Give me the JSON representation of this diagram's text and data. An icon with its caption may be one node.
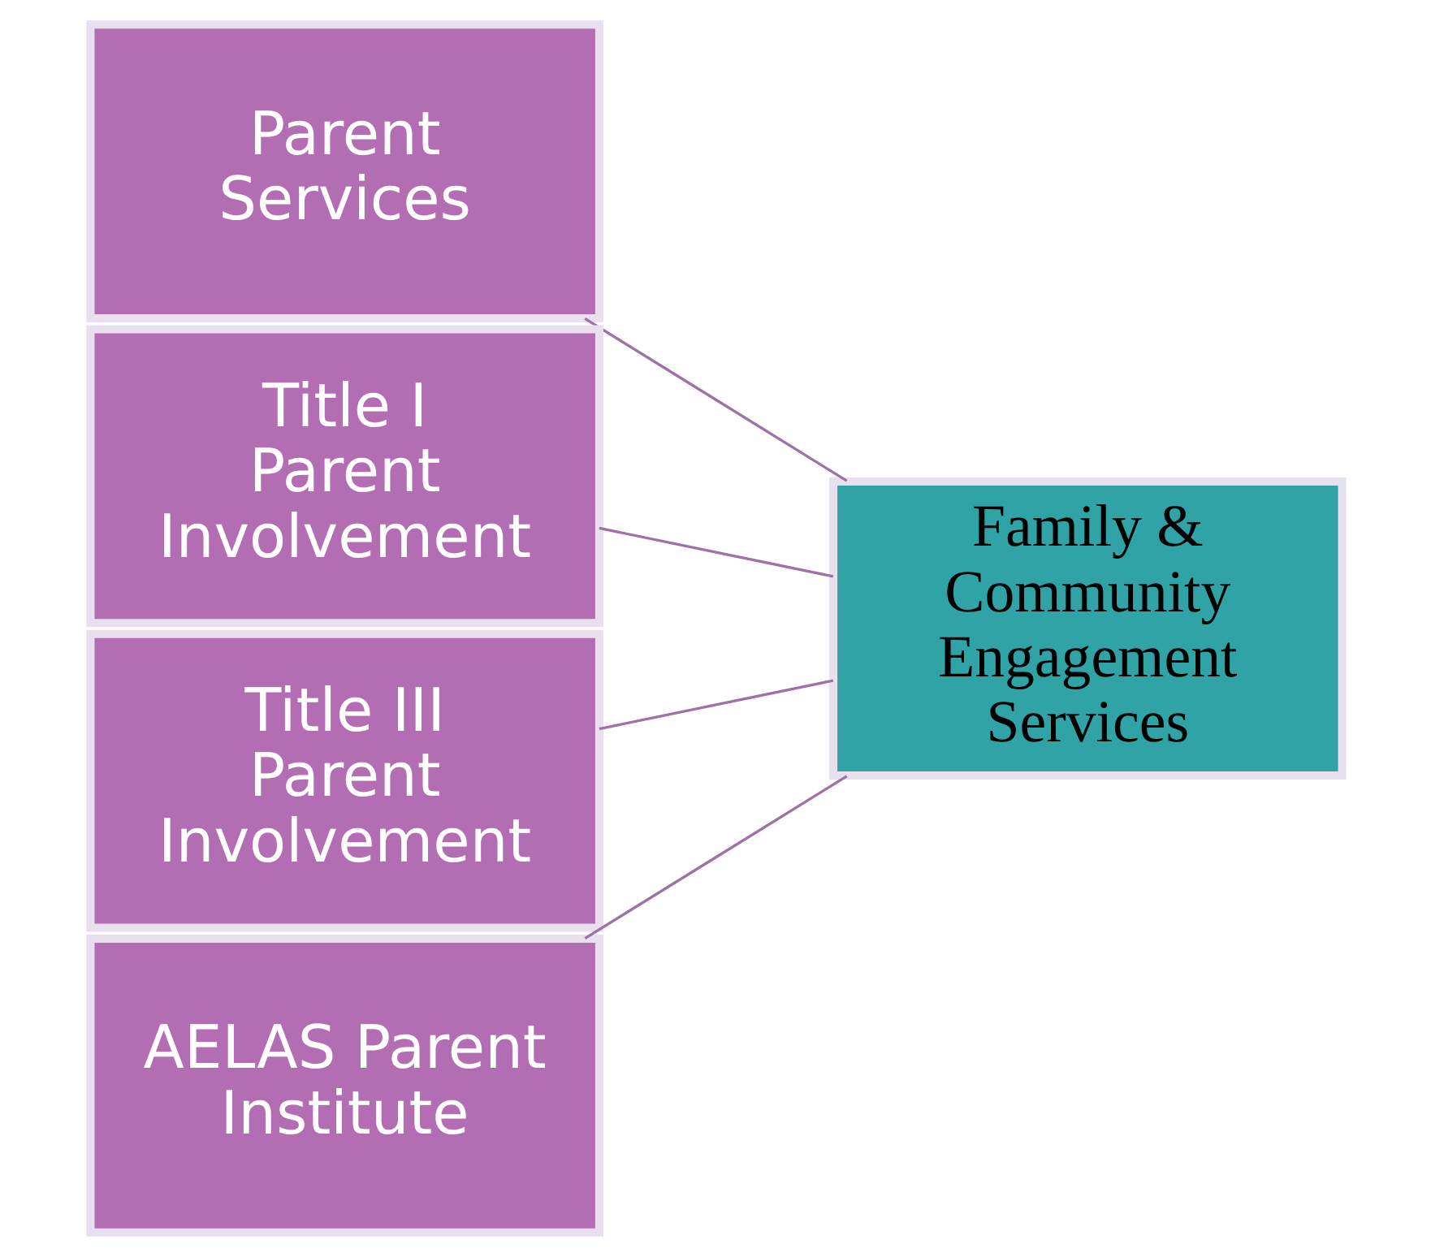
{
  "diagram": {
    "nodes": [
      {
        "text": [
          "Parent Services"
        ]
      },
      {
        "text": [
          "Title I Parent Involvement"
        ]
      },
      {
        "text": [
          "Title III Parent Involvement"
        ]
      },
      {
        "text": [
          "AELAS Parent Institute"
        ]
      },
      {
        "text": [
          "Family & Community Engagement Services"
        ]
      }
    ],
    "edges": [
      {
        "from": 0,
        "to": 4,
        "arrow": "none"
      },
      {
        "from": 1,
        "to": 4,
        "arrow": "none"
      },
      {
        "from": 2,
        "to": 4,
        "arrow": "none"
      },
      {
        "from": 3,
        "to": 4,
        "arrow": "none"
      }
    ]
  }
}
